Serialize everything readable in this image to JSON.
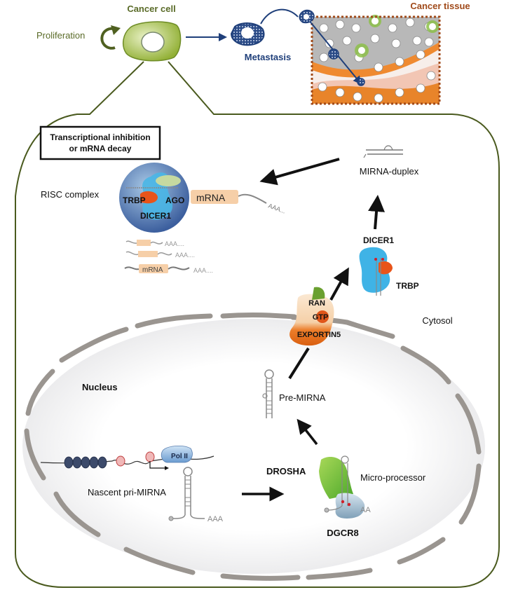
{
  "top": {
    "cancer_cell_label": "Cancer cell",
    "proliferation_label": "Proliferation",
    "metastasis_label": "Metastasis",
    "cancer_tissue_label": "Cancer tissue"
  },
  "cytosol": {
    "box_line1": "Transcriptional inhibition",
    "box_line2": "or mRNA decay",
    "risc_label": "RISC complex",
    "risc_trbp": "TRBP",
    "risc_ago": "AGO",
    "risc_dicer": "DICER1",
    "mrna_label": "mRNA",
    "mrna_tail": "AAA...",
    "decay_tails": [
      "AAA....",
      "AAA....",
      "AAA...."
    ],
    "decay_mrna_label": "mRNA",
    "duplex_label": "MIRNA-duplex",
    "dicer_label": "DICER1",
    "trbp_label": "TRBP",
    "ran_label": "RAN",
    "gtp_label": "GTP",
    "exportin_label": "EXPORTIN5",
    "cytosol_label": "Cytosol"
  },
  "nucleus": {
    "nucleus_label": "Nucleus",
    "pre_mirna_label": "Pre-MIRNA",
    "pol2_label": "Pol II",
    "nascent_label": "Nascent pri-MIRNA",
    "nascent_tail": "AAA",
    "drosha_label": "DROSHA",
    "microprocessor_label": "Micro-processor",
    "dgcr8_label": "DGCR8",
    "micro_tail": "AA"
  },
  "colors": {
    "cell_green": "#9cba3c",
    "cell_outline": "#4a5a1e",
    "metastasis_blue": "#1f3f7a",
    "tissue_brown": "#a04a1a",
    "membrane_grey": "#9a9590",
    "mrna_peach": "#f6cfa8",
    "dicer_blue": "#3fb3e6",
    "trbp_orange": "#e85a10",
    "drosha_green": "#7cc040"
  }
}
